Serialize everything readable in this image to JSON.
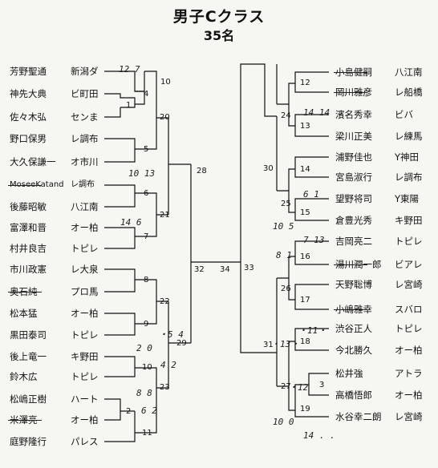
{
  "header": {
    "title": "男子Cクラス",
    "subtitle": "35名"
  },
  "left_players": [
    {
      "name": "芳野聖通",
      "club": "新潟ダ",
      "struck": false
    },
    {
      "name": "神先大典",
      "club": "ビ町田",
      "struck": false
    },
    {
      "name": "佐々木弘",
      "club": "センま",
      "struck": false
    },
    {
      "name": "野口保男",
      "club": "レ調布",
      "struck": false
    },
    {
      "name": "大久保謙一",
      "club": "オ市川",
      "struck": false
    },
    {
      "name": "MoseeKatand",
      "club": "レ調布",
      "struck": true
    },
    {
      "name": "後藤昭敏",
      "club": "八江南",
      "struck": false
    },
    {
      "name": "富澤和晋",
      "club": "オー柏",
      "struck": false
    },
    {
      "name": "村井良吉",
      "club": "トピレ",
      "struck": false
    },
    {
      "name": "市川政憲",
      "club": "レ大泉",
      "struck": false
    },
    {
      "name": "奥石純",
      "club": "プロ馬",
      "struck": true
    },
    {
      "name": "松本猛",
      "club": "オー柏",
      "struck": false
    },
    {
      "name": "黒田泰司",
      "club": "トピレ",
      "struck": false
    },
    {
      "name": "後上竜一",
      "club": "キ野田",
      "struck": false
    },
    {
      "name": "鈴木広",
      "club": "トピレ",
      "struck": false
    },
    {
      "name": "松嶋正樹",
      "club": "ハート",
      "struck": false
    },
    {
      "name": "米澤亮",
      "club": "オー柏",
      "struck": true
    },
    {
      "name": "庭野隆行",
      "club": "パレス",
      "struck": false
    }
  ],
  "right_players": [
    {
      "name": "小島健嗣",
      "club": "八江南",
      "struck": true
    },
    {
      "name": "岡川雅彦",
      "club": "レ船橋",
      "struck": true
    },
    {
      "name": "濱名秀幸",
      "club": "ビバ",
      "struck": false
    },
    {
      "name": "梁川正美",
      "club": "レ練馬",
      "struck": false
    },
    {
      "name": "浦野佳也",
      "club": "Y神田",
      "struck": false
    },
    {
      "name": "宮島淑行",
      "club": "レ調布",
      "struck": false
    },
    {
      "name": "望野将司",
      "club": "Y東陽",
      "struck": false
    },
    {
      "name": "倉豊光秀",
      "club": "キ野田",
      "struck": false
    },
    {
      "name": "吉岡亮二",
      "club": "トピレ",
      "struck": false
    },
    {
      "name": "湯川潤一郎",
      "club": "ビアレ",
      "struck": true
    },
    {
      "name": "天野聡博",
      "club": "レ宮崎",
      "struck": false
    },
    {
      "name": "小嶋雅幸",
      "club": "スバロ",
      "struck": true
    },
    {
      "name": "渋谷正人",
      "club": "トピレ",
      "struck": false
    },
    {
      "name": "今北勝久",
      "club": "オー柏",
      "struck": false
    },
    {
      "name": "松井強",
      "club": "アトラ",
      "struck": false
    },
    {
      "name": "高橋悟郎",
      "club": "オー柏",
      "struck": false
    },
    {
      "name": "水谷幸二朗",
      "club": "レ宮崎",
      "struck": false
    }
  ],
  "match_numbers": {
    "m1": "1",
    "m2": "2",
    "m3": "3",
    "m4": "4",
    "m5": "5",
    "m6": "6",
    "m7": "7",
    "m8": "8",
    "m9": "9",
    "m10": "10",
    "m11": "11",
    "m12": "12",
    "m13": "13",
    "m14": "14",
    "m15": "15",
    "m16": "16",
    "m17": "17",
    "m18": "18",
    "m19": "19",
    "m20": "20",
    "m21": "21",
    "m22": "22",
    "m23": "23",
    "m24": "24",
    "m25": "25",
    "m26": "26",
    "m27": "27",
    "m28": "28",
    "m29": "29",
    "m30": "30",
    "m31": "31",
    "m32": "32",
    "m33": "33",
    "m34": "34",
    "m10top": "10"
  },
  "handwritten_scores": {
    "s1": "12 7",
    "s2": "10 13",
    "s3": "14 6",
    "s4": "・5 4",
    "s5": "2 0",
    "s6": "4 2",
    "s7": "8 8",
    "s8": "6 2",
    "s9": "14 14",
    "s10": "6 1",
    "s11": "10 5",
    "s12": "7 13",
    "s13": "8 1",
    "s14": "・11・",
    "s15": "・13・",
    "s16": "・12 ",
    "s17": "10 0",
    "s18": "14 . ."
  }
}
